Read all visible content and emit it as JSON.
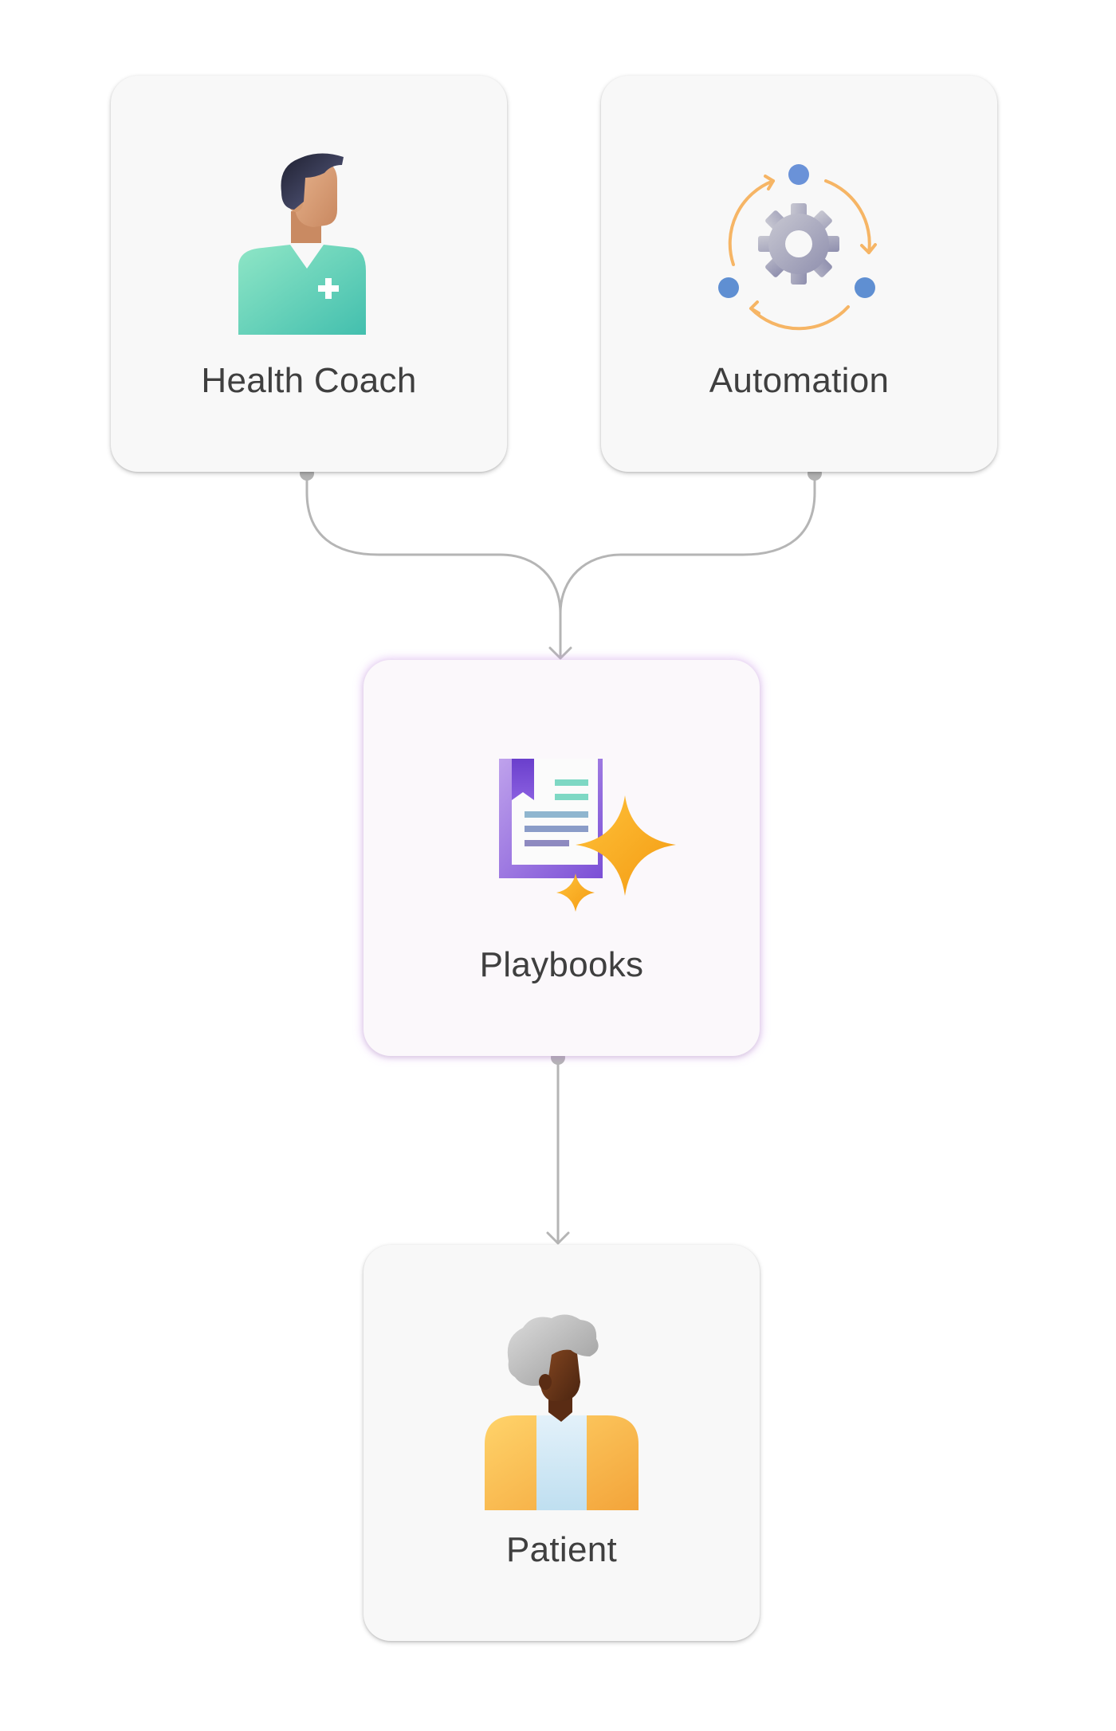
{
  "nodes": {
    "health_coach": {
      "label": "Health Coach",
      "icon": "health-coach-icon"
    },
    "automation": {
      "label": "Automation",
      "icon": "automation-gear-icon"
    },
    "playbooks": {
      "label": "Playbooks",
      "icon": "playbook-sparkle-icon"
    },
    "patient": {
      "label": "Patient",
      "icon": "patient-icon"
    }
  },
  "edges": [
    {
      "from": "Health Coach",
      "to": "Playbooks"
    },
    {
      "from": "Automation",
      "to": "Playbooks"
    },
    {
      "from": "Playbooks",
      "to": "Patient"
    }
  ],
  "colors": {
    "connector": "#b5b5b5",
    "card_background": "#f8f8f8",
    "highlight_glow": "#d9a8f0",
    "sparkle": "#f5a623",
    "playbook_purple": "#7b4fd6",
    "automation_arrows": "#f6b565",
    "automation_dots": "#5f8fd2"
  }
}
